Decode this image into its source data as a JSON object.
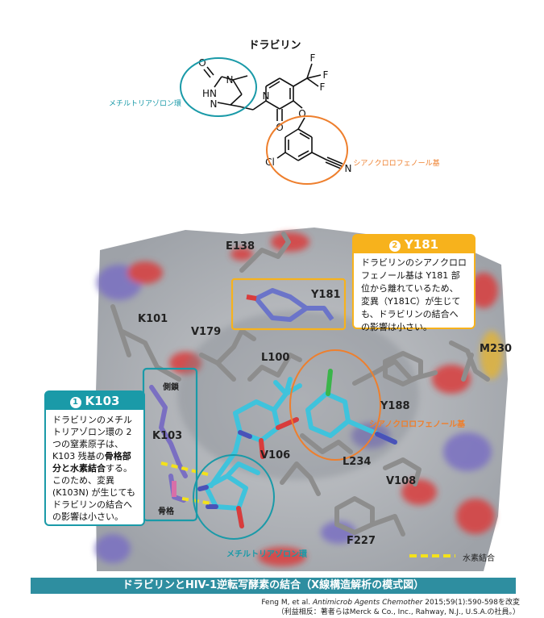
{
  "compound_name": "ドラビリン",
  "group_labels": {
    "triazolone": "メチルトリアゾロン環",
    "cyanochlorophenol": "シアノクロロフェノール基"
  },
  "atoms": {
    "o1": "O",
    "n1": "N",
    "hn": "HN",
    "n2": "N",
    "n3": "N",
    "o2": "O",
    "o3": "O",
    "f1": "F",
    "f2": "F",
    "f3": "F",
    "cl": "Cl",
    "n4": "N"
  },
  "residues": {
    "e138": "E138",
    "y181": "Y181",
    "k101": "K101",
    "v179": "V179",
    "l100": "L100",
    "m230": "M230",
    "y188": "Y188",
    "k103": "K103",
    "v106": "V106",
    "l234": "L234",
    "v108": "V108",
    "f227": "F227"
  },
  "backbone_labels": {
    "side_chain": "側鎖",
    "backbone": "骨格"
  },
  "struct_group_labels": {
    "cyanochlorophenol": "シアノクロロフェノール基",
    "triazolone": "メチルトリアゾロン環"
  },
  "legend": {
    "hbond": "水素結合"
  },
  "callout_y181": {
    "number": "2",
    "title": "Y181",
    "text": "ドラビリンのシアノクロロフェノール基は Y181 部位から離れているため、変異（Y181C）が生じても、ドラビリンの結合への影響は小さい。"
  },
  "callout_k103": {
    "number": "1",
    "title": "K103",
    "text_a": "ドラビリンのメチルトリアゾロン環の 2 つの窒素原子は、K103 残基の",
    "text_bold": "骨格部分と水素結合",
    "text_b": "する。このため、変異 (K103N) が生じてもドラビリンの結合への影響は小さい。"
  },
  "caption": "ドラビリンとHIV-1逆転写酵素の結合（X線構造解析の模式図）",
  "reference": {
    "authors": "Feng M, et al. ",
    "journal": "Antimicrob Agents Chemother",
    "citation": " 2015;59(1):590-598を改変",
    "note": "（利益相反：著者らはMerck & Co., Inc., Rahway, N.J., U.S.A.の社員。）"
  },
  "colors": {
    "teal": "#1a9aa8",
    "orange": "#ee7f2d",
    "yellow": "#f7b21c",
    "caption_bg": "#2e8ea0",
    "ligand": "#3fc3dc",
    "protein": "#8d8d8d"
  }
}
